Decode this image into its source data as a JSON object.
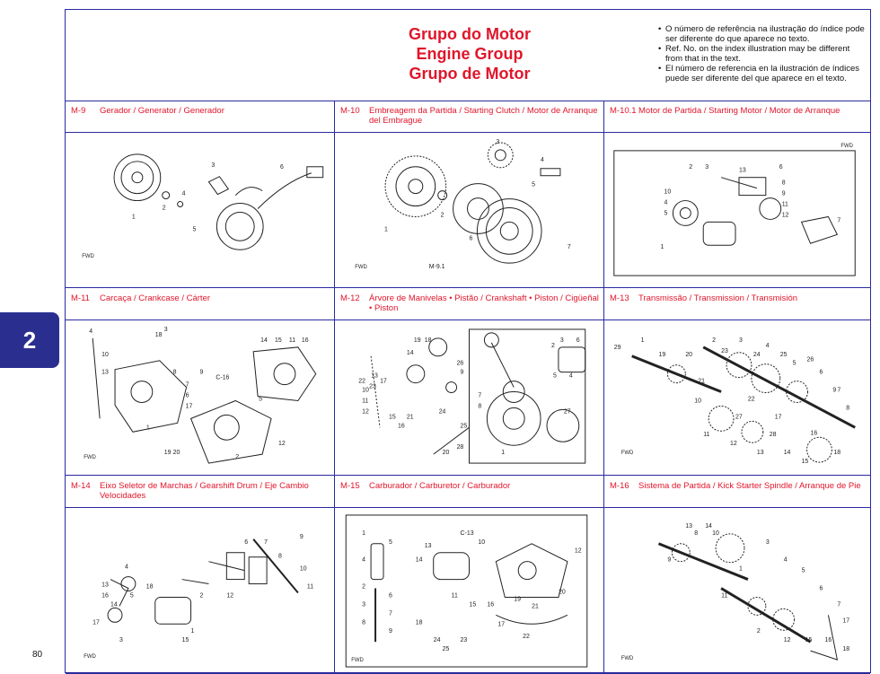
{
  "header": {
    "titles": [
      "Grupo do Motor",
      "Engine Group",
      "Grupo de Motor"
    ],
    "notes": [
      "O número de referência na ilustração do índice pode ser diferente do que aparece no texto.",
      "Ref. No. on the index illustration may be different from that in the text.",
      "El número de referencia en la ilustración de índices puede ser diferente del que aparece en el texto."
    ]
  },
  "chapter_tab": "2",
  "page_number": "80",
  "cells": [
    {
      "code": "M-9",
      "title": "Gerador / Generator / Generador"
    },
    {
      "code": "M-10",
      "title": "Embreagem da Partida / Starting Clutch / Motor de Arranque del Embrague"
    },
    {
      "code": "M-10.1",
      "title": "Motor de Partida / Starting Motor / Motor de Arranque"
    },
    {
      "code": "M-11",
      "title": "Carcaça / Crankcase / Cárter"
    },
    {
      "code": "M-12",
      "title": "Árvore de Manivelas • Pistão / Crankshaft • Piston / Cigüeñal • Piston"
    },
    {
      "code": "M-13",
      "title": "Transmissão / Transmission / Transmisión"
    },
    {
      "code": "M-14",
      "title": "Eixo Seletor de Marchas / Gearshift Drum / Eje Cambio Velocidades"
    },
    {
      "code": "M-15",
      "title": "Carburador / Carburetor / Carburador"
    },
    {
      "code": "M-16",
      "title": "Sistema de Partida / Kick Starter Spindle / Arranque de Pie"
    }
  ],
  "figure_labels": {
    "fwd": "FWD",
    "m9": [
      "1",
      "2",
      "3",
      "4",
      "5",
      "6"
    ],
    "m10": [
      "1",
      "2",
      "3",
      "4",
      "5",
      "6",
      "7"
    ],
    "m10_ref": "M-9.1",
    "m10_1": [
      "1",
      "2",
      "3",
      "4",
      "5",
      "6",
      "7",
      "8",
      "9",
      "10",
      "11",
      "12",
      "13"
    ],
    "m11": [
      "1",
      "2",
      "3",
      "4",
      "5",
      "6",
      "7",
      "8",
      "9",
      "10",
      "11",
      "12",
      "13",
      "14",
      "15",
      "16",
      "17",
      "18",
      "19",
      "20"
    ],
    "m11_ref": "C-16",
    "m12": [
      "1",
      "2",
      "3",
      "4",
      "5",
      "6",
      "7",
      "8",
      "9",
      "10",
      "11",
      "12",
      "13",
      "14",
      "15",
      "16",
      "17",
      "18",
      "19",
      "20",
      "21",
      "22",
      "23",
      "24",
      "25",
      "26",
      "27",
      "28"
    ],
    "m13": [
      "1",
      "2",
      "3",
      "4",
      "5",
      "6",
      "7",
      "8",
      "9",
      "10",
      "11",
      "12",
      "13",
      "14",
      "15",
      "16",
      "17",
      "18",
      "19",
      "20",
      "21",
      "22",
      "23",
      "24",
      "25",
      "26",
      "27",
      "28",
      "29"
    ],
    "m14": [
      "1",
      "2",
      "3",
      "4",
      "5",
      "6",
      "7",
      "8",
      "9",
      "10",
      "11",
      "12",
      "13",
      "14",
      "15",
      "16",
      "17",
      "18"
    ],
    "m15": [
      "1",
      "2",
      "3",
      "4",
      "5",
      "6",
      "7",
      "8",
      "9",
      "10",
      "11",
      "12",
      "13",
      "14",
      "15",
      "16",
      "17",
      "18",
      "19",
      "20",
      "21",
      "22",
      "23",
      "24",
      "25"
    ],
    "m15_ref": "C-13",
    "m16": [
      "1",
      "2",
      "3",
      "4",
      "5",
      "6",
      "7",
      "8",
      "9",
      "10",
      "11",
      "12",
      "13",
      "14",
      "15",
      "16",
      "17",
      "18"
    ]
  },
  "colors": {
    "title_red": "#e0162b",
    "border_blue": "#2a2aa0",
    "tab_blue": "#2a2f8f"
  }
}
